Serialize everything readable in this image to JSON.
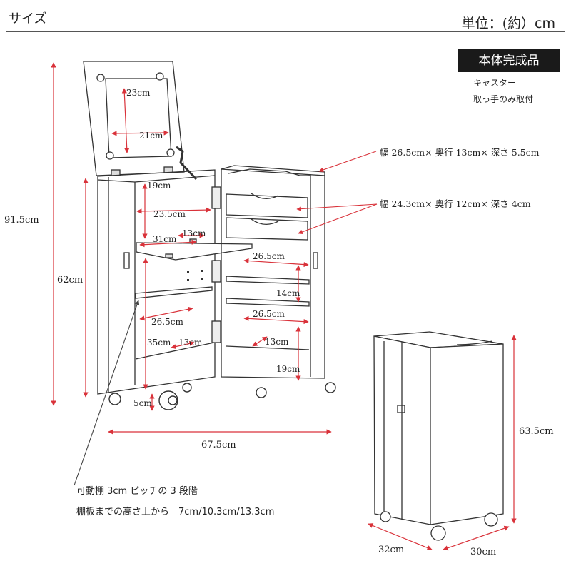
{
  "header": {
    "left": "サイズ",
    "right": "単位：(約）cm"
  },
  "badge": {
    "title": "本体完成品",
    "lines": [
      "キャスター",
      "取っ手のみ取付"
    ]
  },
  "notes": {
    "shelf_pitch": "可動棚 3cm ピッチの 3 段階",
    "shelf_heights": "棚板までの高さ上から　7cm/10.3cm/13.3cm"
  },
  "dims": {
    "total_height": "91.5cm",
    "body_height": "62cm",
    "caster": "5cm",
    "open_width": "67.5cm",
    "mirror_h": "23cm",
    "mirror_w": "21cm",
    "left_top_h": "19cm",
    "left_top_w": "23.5cm",
    "table_w": "31cm",
    "table_d": "13cm",
    "left_lower_w": "26.5cm",
    "left_lower_h": "35cm",
    "left_lower_d": "13cm",
    "right_w1": "26.5cm",
    "right_h1": "14cm",
    "right_w2": "26.5cm",
    "right_d2": "13cm",
    "right_h2": "19cm",
    "closed_h": "63.5cm",
    "closed_w": "32cm",
    "closed_d": "30cm"
  },
  "callouts": {
    "tray": "幅 26.5cm× 奥行 13cm× 深さ 5.5cm",
    "drawer": "幅 24.3cm× 奥行 12cm× 深さ 4cm"
  },
  "colors": {
    "dim_line": "#d9323a",
    "outline": "#333333",
    "badge_bg": "#1a1a1a"
  }
}
